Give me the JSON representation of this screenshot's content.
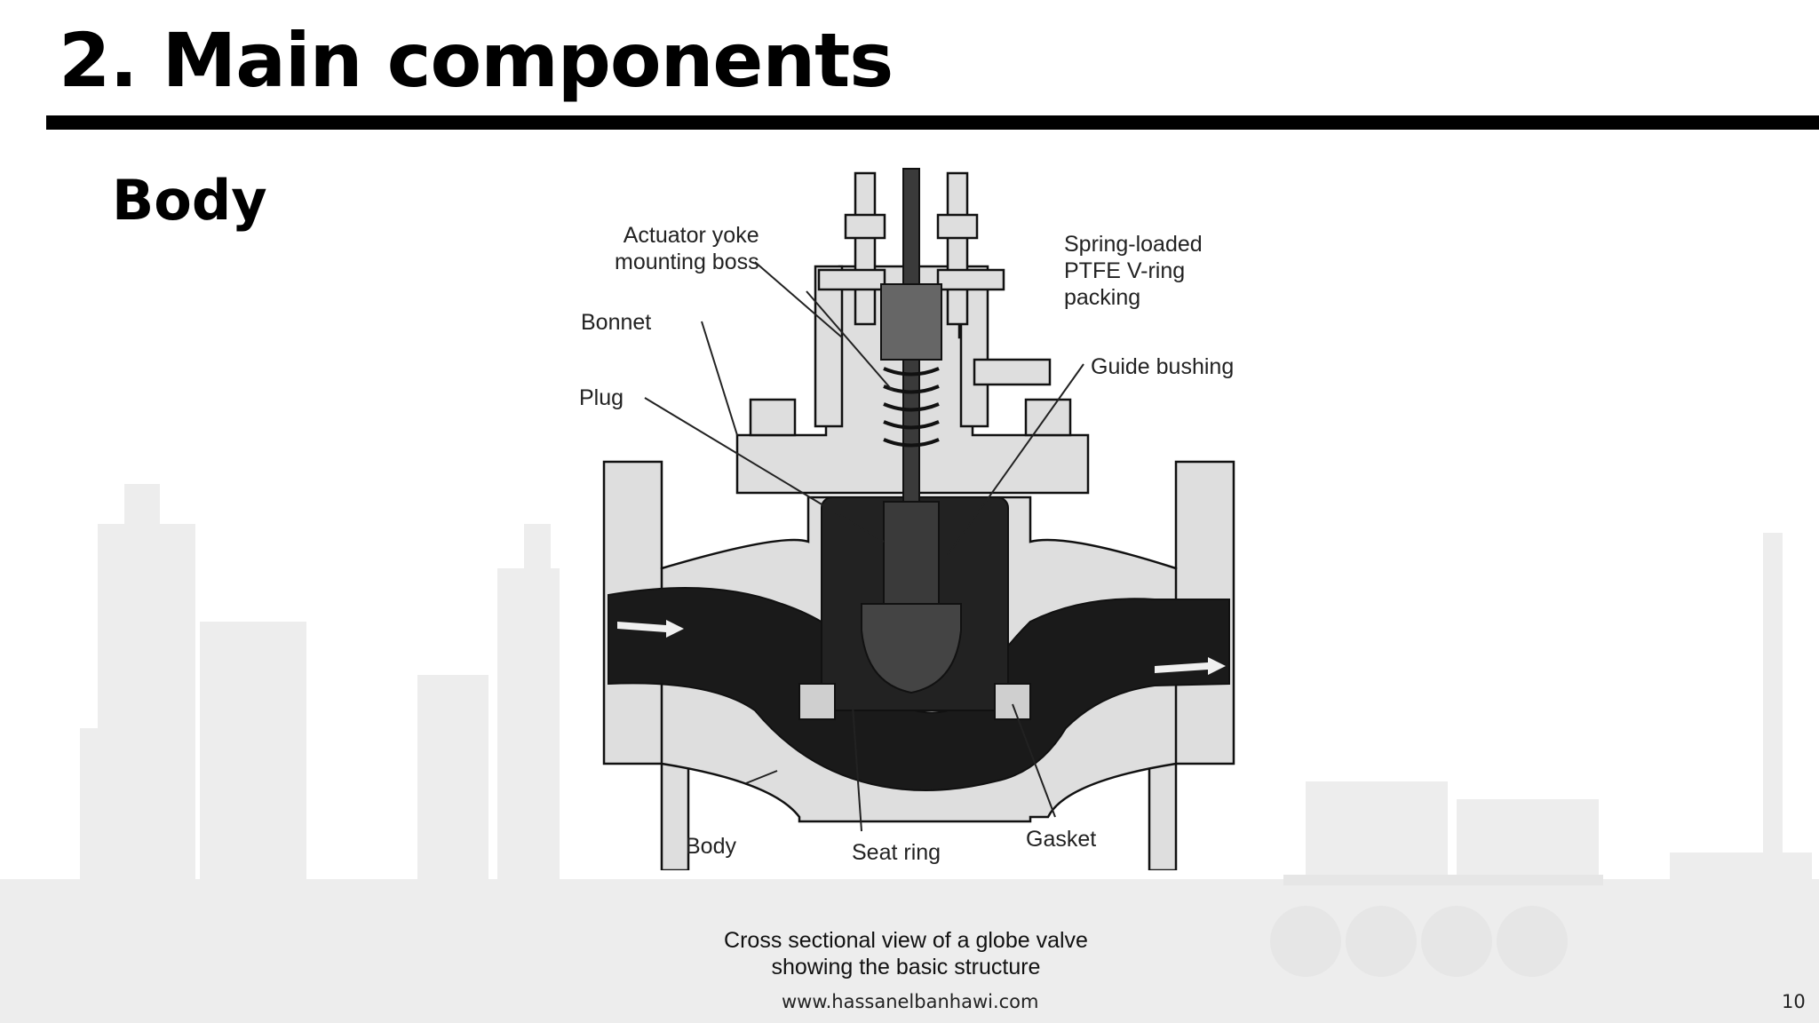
{
  "slide": {
    "title": "2. Main components",
    "section": "Body",
    "footer_url": "www.hassanelbanhawi.com",
    "page_number": "10"
  },
  "figure": {
    "labels": {
      "actuator_yoke_line1": "Actuator yoke",
      "actuator_yoke_line2": "mounting boss",
      "packing_line1": "Spring-loaded",
      "packing_line2": "PTFE V-ring",
      "packing_line3": "packing",
      "bonnet": "Bonnet",
      "guide_bushing": "Guide bushing",
      "plug": "Plug",
      "body": "Body",
      "seat_ring": "Seat ring",
      "gasket": "Gasket"
    },
    "caption_line1": "Cross sectional view of a globe valve",
    "caption_line2": "showing the basic structure"
  },
  "colors": {
    "metal": "#dedede",
    "fluid": "#1a1a1a",
    "skyline": "#ececec"
  }
}
